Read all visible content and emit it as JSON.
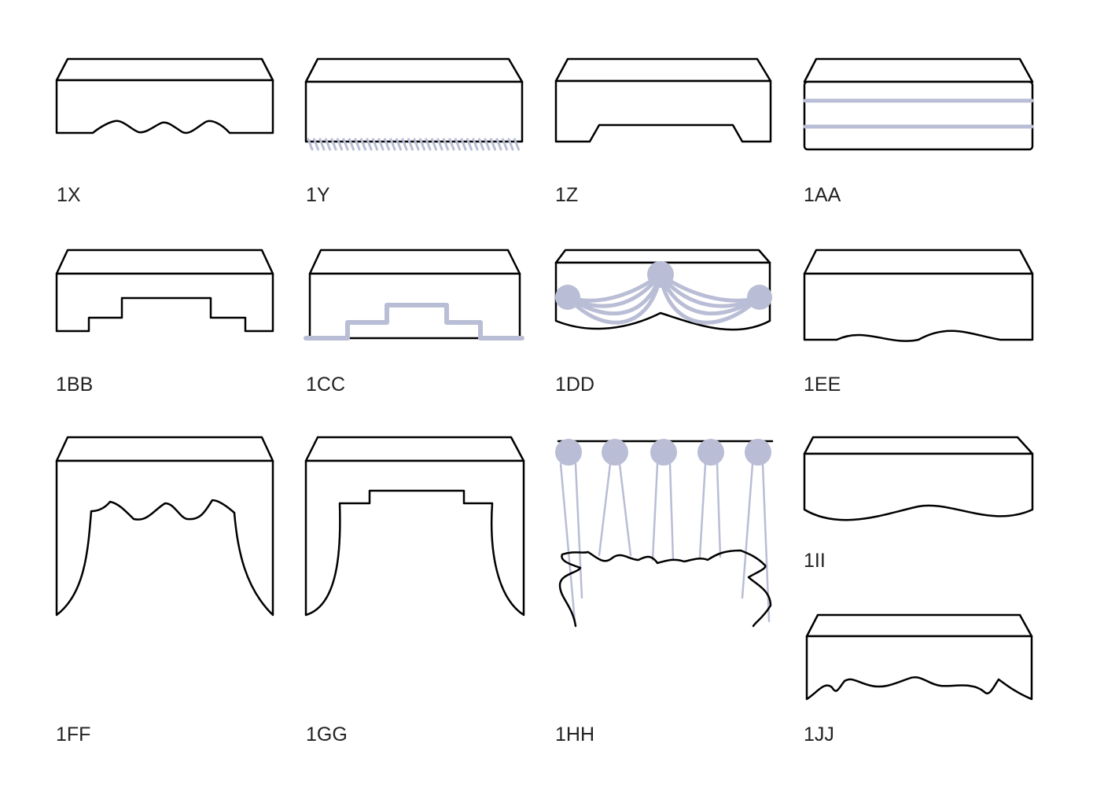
{
  "accent_color": "#b9bdd5",
  "outline_color": "#000000",
  "styles": [
    {
      "id": "1x",
      "label": "1X"
    },
    {
      "id": "1y",
      "label": "1Y"
    },
    {
      "id": "1z",
      "label": "1Z"
    },
    {
      "id": "1aa",
      "label": "1AA"
    },
    {
      "id": "1bb",
      "label": "1BB"
    },
    {
      "id": "1cc",
      "label": "1CC"
    },
    {
      "id": "1dd",
      "label": "1DD"
    },
    {
      "id": "1ee",
      "label": "1EE"
    },
    {
      "id": "1ff",
      "label": "1FF"
    },
    {
      "id": "1gg",
      "label": "1GG"
    },
    {
      "id": "1hh",
      "label": "1HH"
    },
    {
      "id": "1ii",
      "label": "1II"
    },
    {
      "id": "1jj",
      "label": "1JJ"
    }
  ]
}
